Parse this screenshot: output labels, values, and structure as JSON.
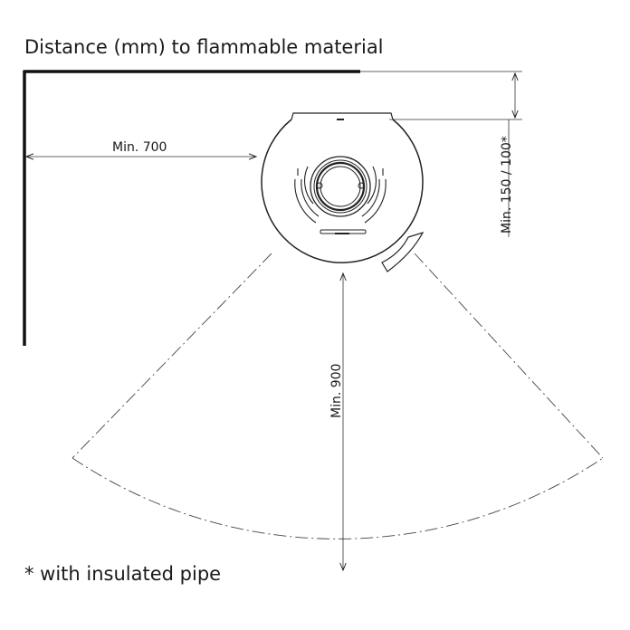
{
  "title": "Distance (mm) to flammable material",
  "footnote": "* with insulated pipe",
  "dimensions": {
    "left": "Min. 700",
    "front": "Min. 900",
    "back": "Min. 150 / 100*"
  }
}
